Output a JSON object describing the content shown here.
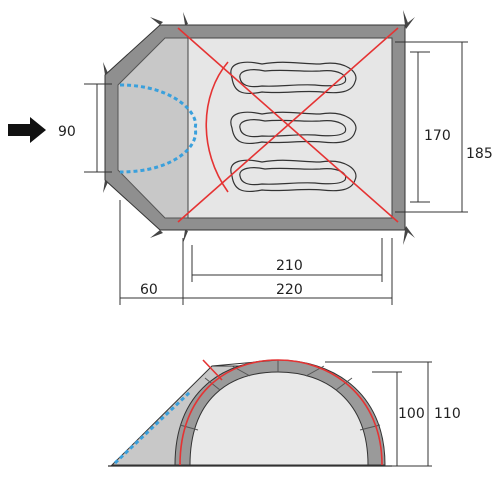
{
  "floor_plan": {
    "entrance_width_label": "90",
    "vestibule_depth_label": "60",
    "inner_length_label": "210",
    "outer_length_label": "220",
    "inner_width_label": "170",
    "outer_width_label": "185"
  },
  "side_view": {
    "inner_height_label": "100",
    "outer_height_label": "110"
  },
  "colors": {
    "floor": "#e6e6e6",
    "wall": "#8c8c8c",
    "pole": "#e53333",
    "door": "#3aa0dc",
    "outline": "#333333"
  }
}
